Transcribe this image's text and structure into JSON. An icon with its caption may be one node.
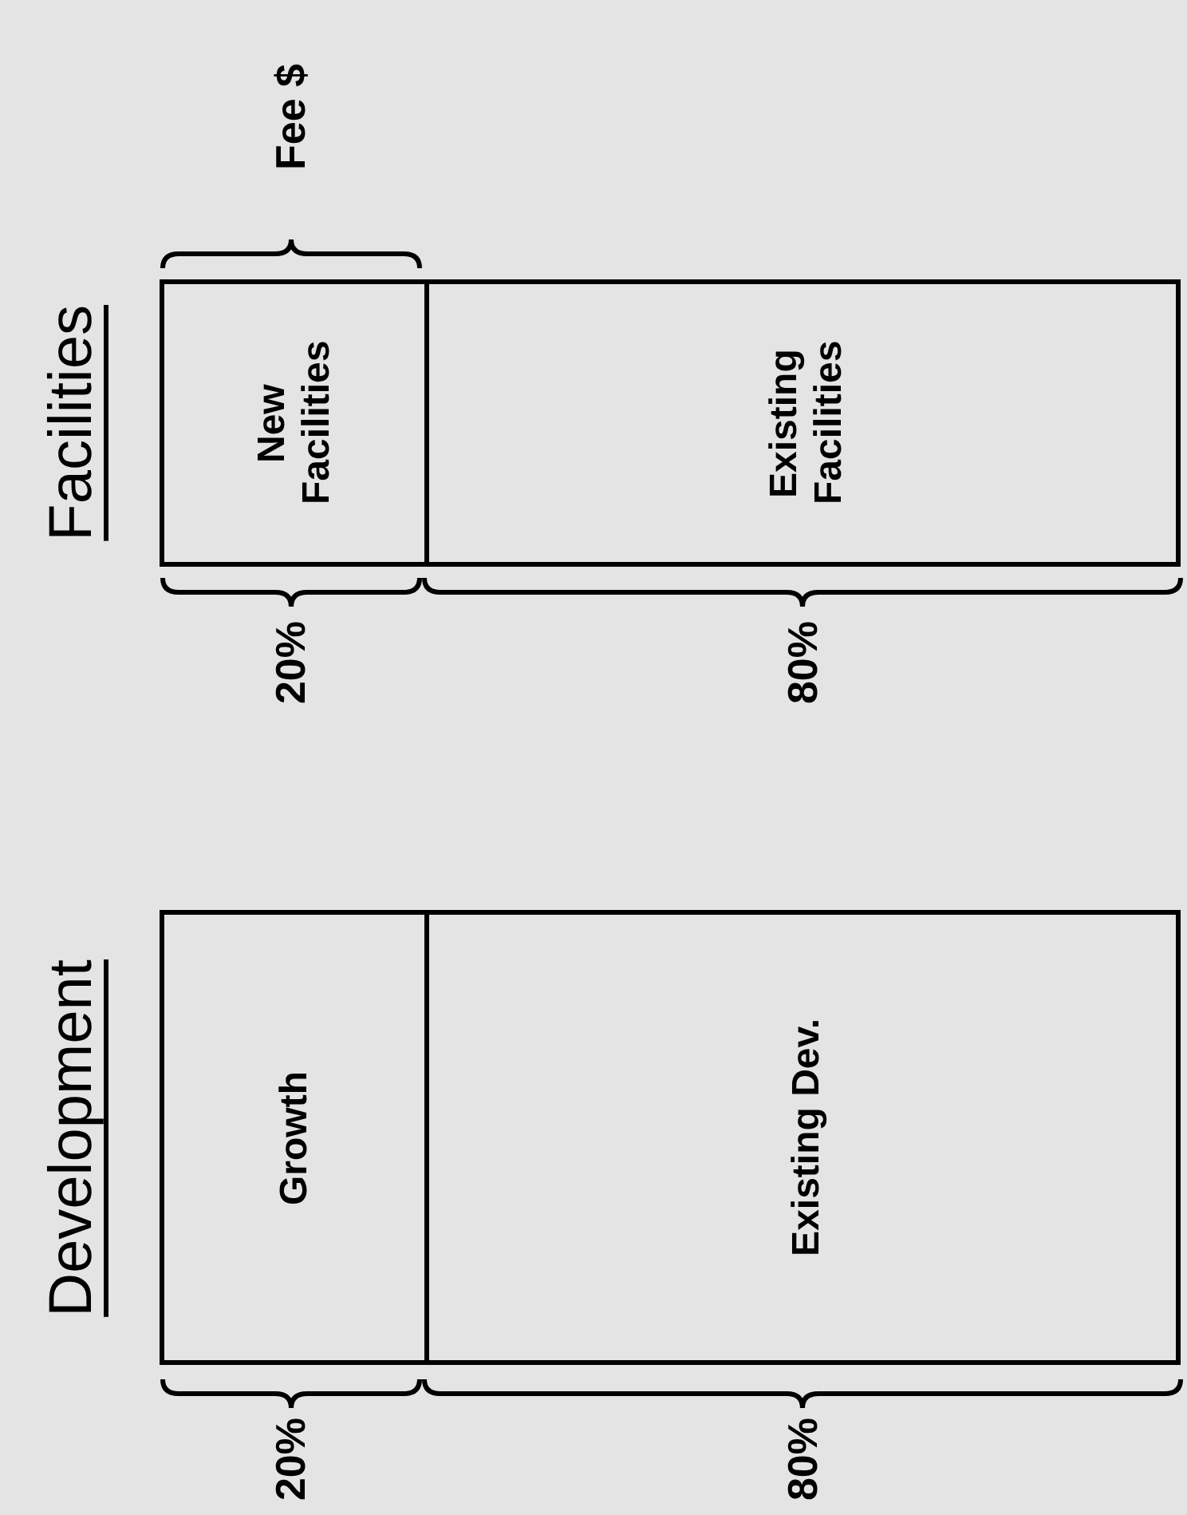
{
  "diagram": {
    "nodes": [
      {
        "text": [
          "Development"
        ]
      },
      {
        "text": [
          "Growth"
        ],
        "in": 0
      },
      {
        "text": [
          "Existing Dev."
        ],
        "in": 0
      },
      {
        "text": [
          "Facilities"
        ]
      },
      {
        "text": [
          "New Facilities"
        ],
        "in": 3
      },
      {
        "text": [
          "Existing Facilities"
        ],
        "in": 3
      }
    ],
    "edges": [],
    "labels": [
      "Fee $",
      "20%",
      "80%",
      "20%",
      "80%"
    ]
  }
}
